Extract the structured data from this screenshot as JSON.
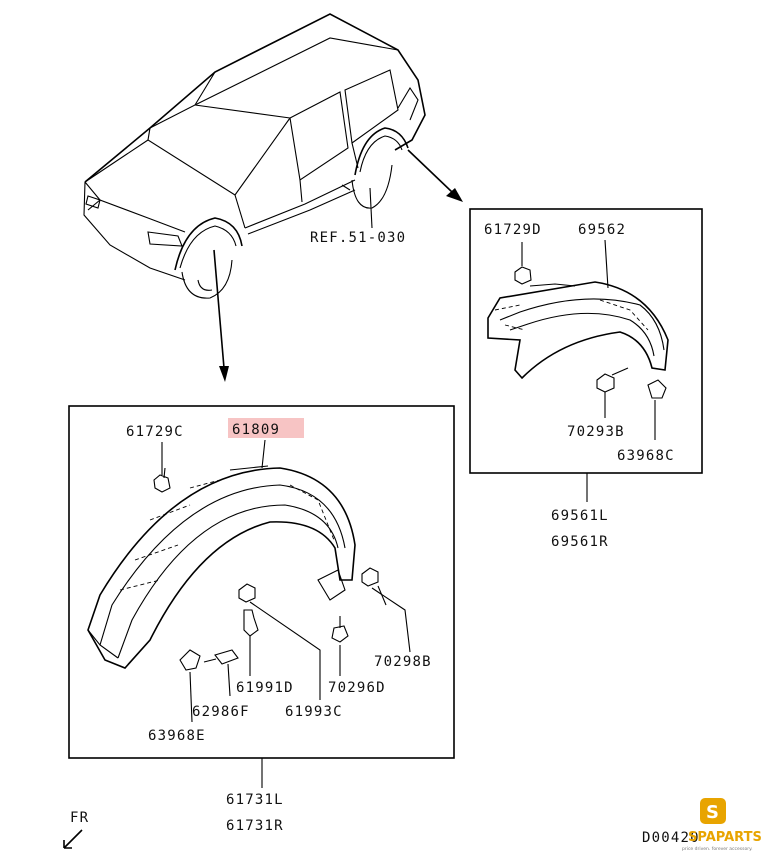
{
  "labels": {
    "ref": "REF.51-030",
    "main_box": {
      "p61729c": "61729C",
      "p61809": "61809",
      "p70298b": "70298B",
      "p61991d": "61991D",
      "p70296d": "70296D",
      "p62986f": "62986F",
      "p61993c": "61993C",
      "p63968e": "63968E"
    },
    "main_assembly": [
      "61731L",
      "61731R"
    ],
    "rear_box": {
      "p61729d": "61729D",
      "p69562": "69562",
      "p70293b": "70293B",
      "p63968c": "63968C"
    },
    "rear_assembly": [
      "69561L",
      "69561R"
    ],
    "front_marker": "FR",
    "diagram_code": "D00420"
  },
  "watermark": {
    "brand": "SPAPARTS",
    "tagline": "price driven. forever accessory.",
    "icon": "dollar-s-icon"
  },
  "colors": {
    "highlight": "#f7c4c4",
    "brand": "#e8a400"
  }
}
